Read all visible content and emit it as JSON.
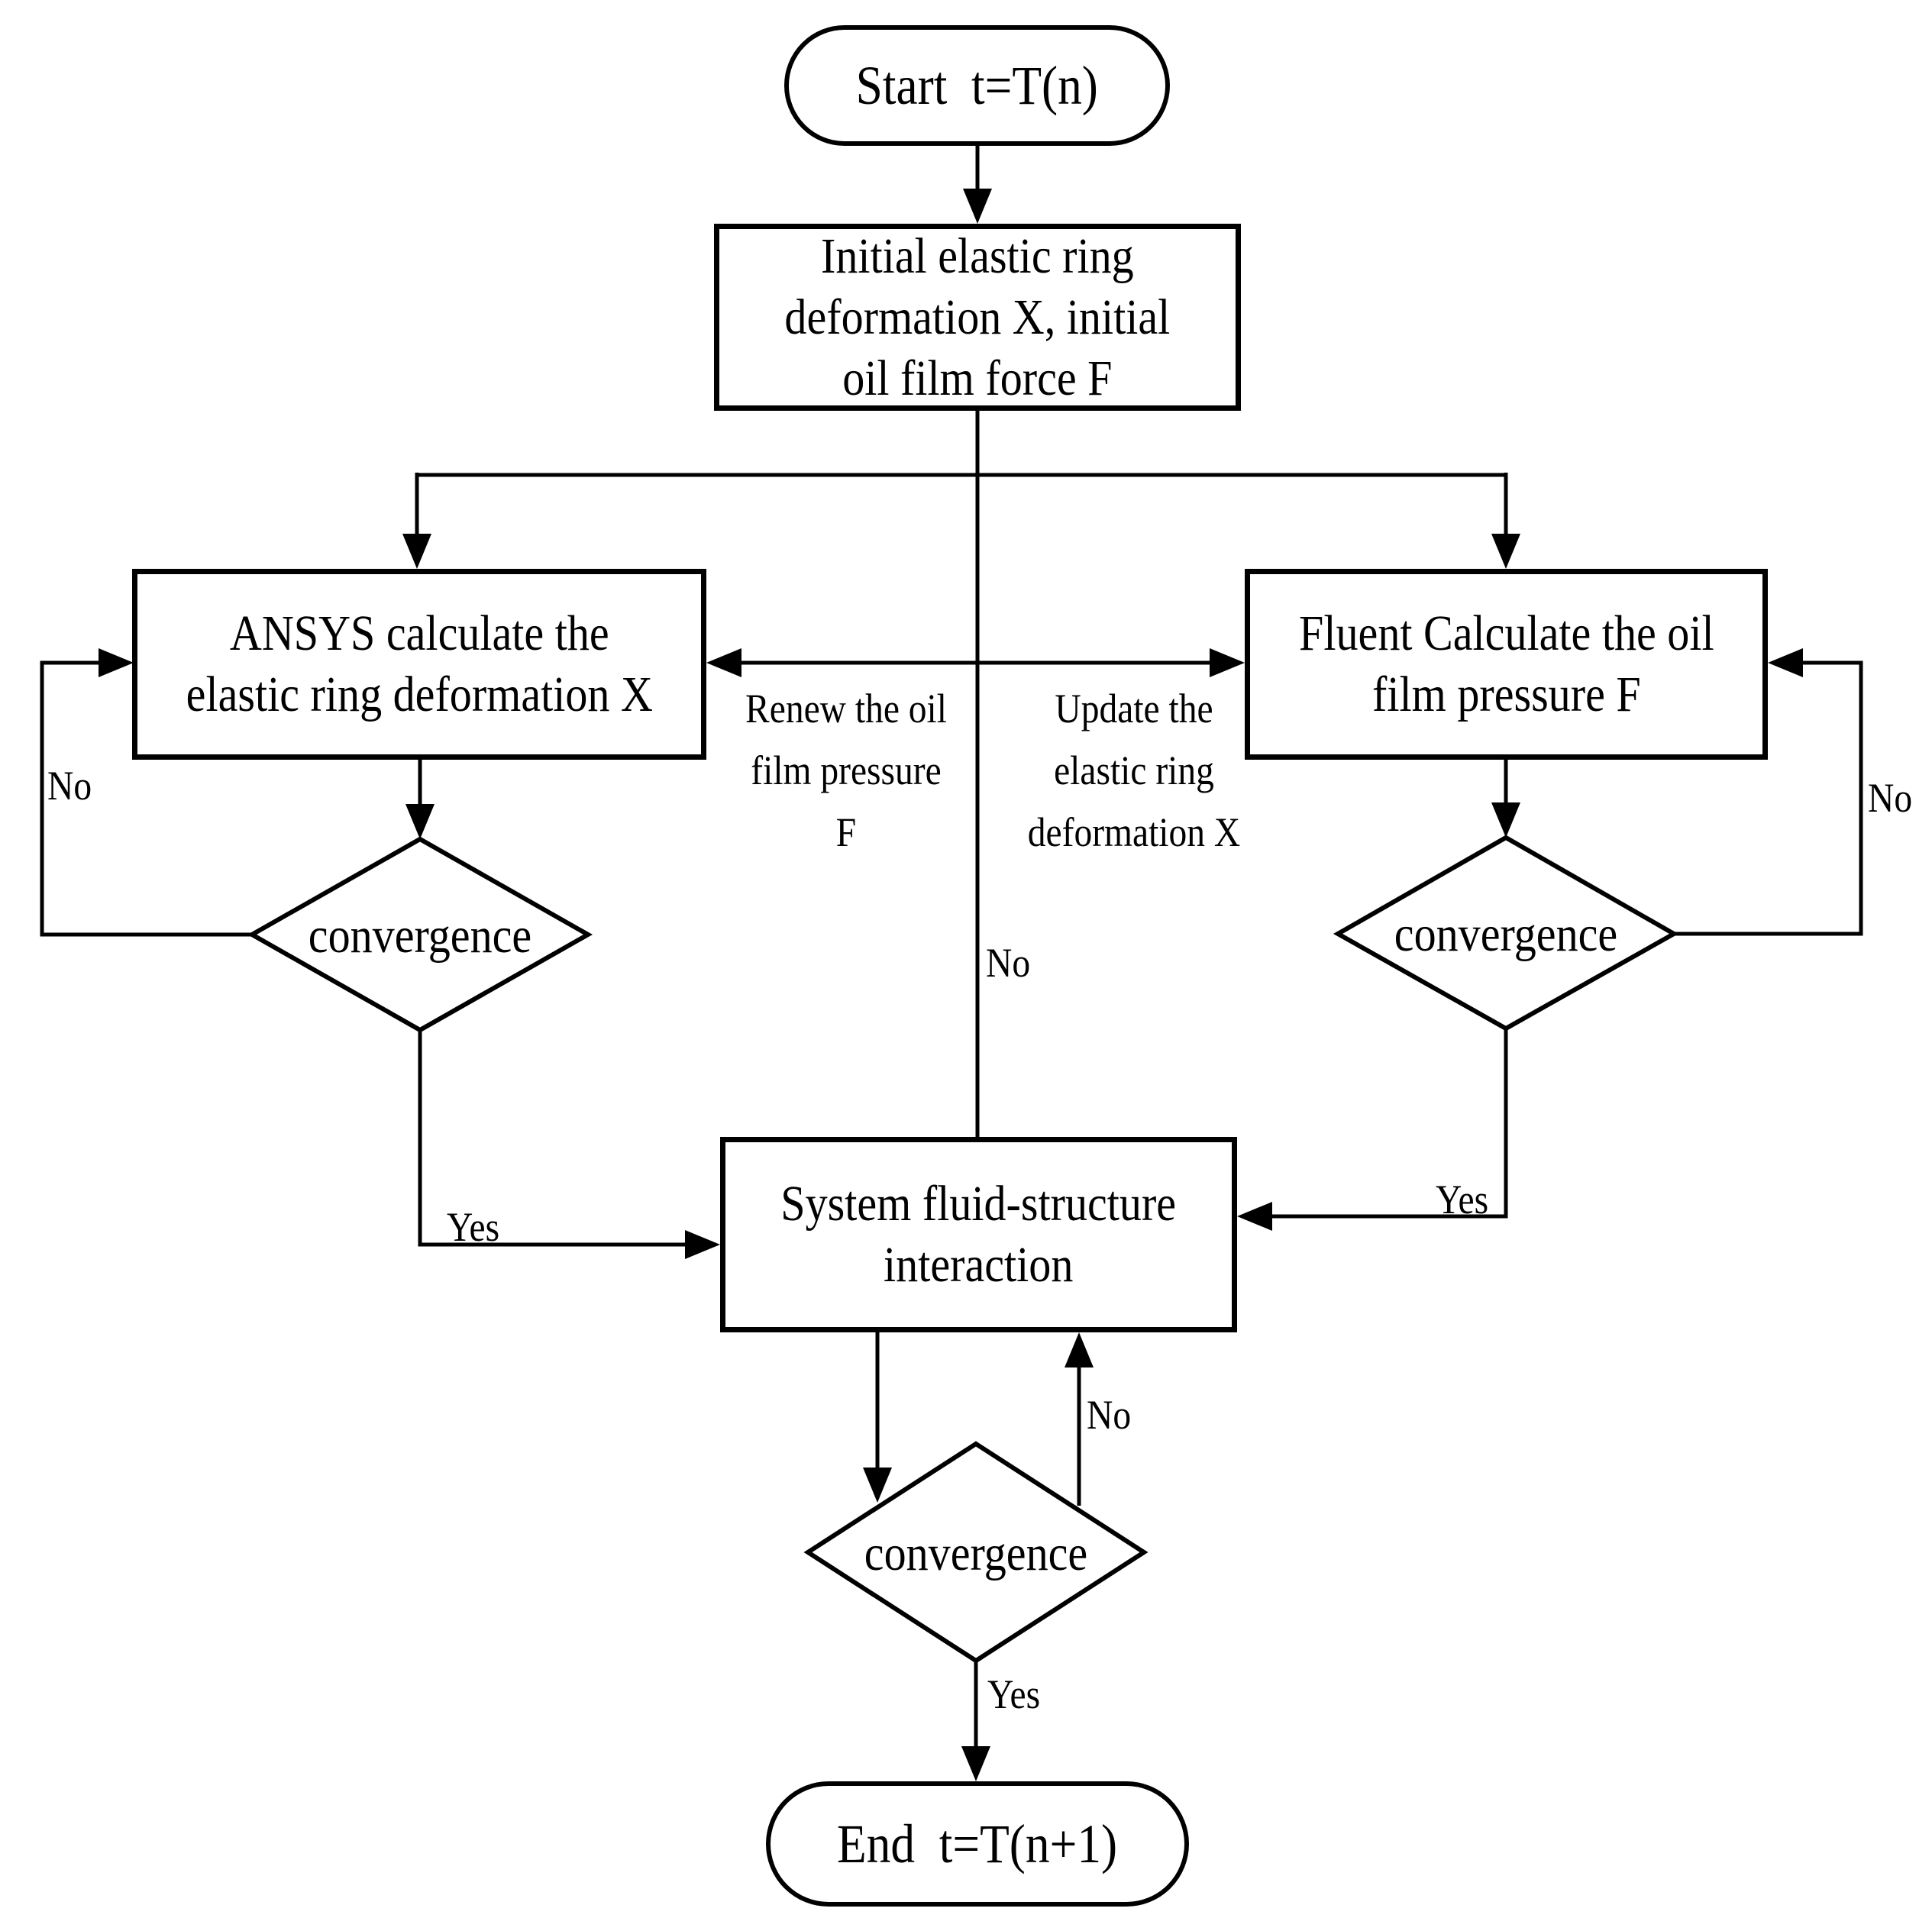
{
  "diagram": {
    "nodes": {
      "start": {
        "label": "Start  t=T(n)"
      },
      "initial": {
        "lines": [
          "Initial elastic ring",
          "deformation X, initial",
          "oil film force F"
        ]
      },
      "ansys": {
        "lines": [
          "ANSYS calculate the",
          "elastic ring deformation X"
        ]
      },
      "fluent": {
        "lines": [
          "Fluent Calculate the oil",
          "film pressure F"
        ]
      },
      "convergence_left": {
        "label": "convergence"
      },
      "convergence_right": {
        "label": "convergence"
      },
      "system": {
        "lines": [
          "System fluid-structure",
          "interaction"
        ]
      },
      "convergence_bottom": {
        "label": "convergence"
      },
      "end": {
        "label": "End  t=T(n+1)"
      }
    },
    "edge_labels": {
      "renew_oil_film": {
        "lines": [
          "Renew the oil",
          "film pressure",
          "F"
        ]
      },
      "update_deformation": {
        "lines": [
          "Update the",
          "elastic ring",
          "deformation X"
        ]
      },
      "no_left": "No",
      "no_right": "No",
      "no_center": "No",
      "no_bottom": "No",
      "yes_left": "Yes",
      "yes_right": "Yes",
      "yes_bottom": "Yes"
    },
    "colors": {
      "line": "#000000",
      "text": "#000000",
      "background": "#ffffff",
      "node_fill": "#ffffff"
    }
  }
}
